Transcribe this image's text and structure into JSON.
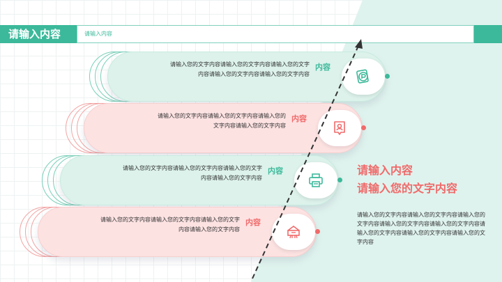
{
  "header": {
    "title": "请输入内容",
    "subtitle": "请输入内容"
  },
  "rows": [
    {
      "line1": "请输入您的文字内容请输入您的文字内容请输入您的文字",
      "line2": "内容请输入您的文字内容请输入您的文字内容",
      "label": "内容",
      "icon": "parking-sign-icon",
      "color": "#3cb99a"
    },
    {
      "line1": "请输入您的文字内容请输入您的文字内容请输入您的",
      "line2": "文字内容请输入您的文字内容",
      "label": "内容",
      "icon": "id-badge-icon",
      "color": "#f06a6a"
    },
    {
      "line1": "请输入您的文字内容请输入您的文字内容请输入您的文字",
      "line2": "内容请输入您的文字内容",
      "label": "内容",
      "icon": "printer-icon",
      "color": "#3cb99a"
    },
    {
      "line1": "请输入您的文字内容请输入您的文字内容请输入您的文字",
      "line2": "内容请输入您的文字内容",
      "label": "内容",
      "icon": "certificate-icon",
      "color": "#f06a6a"
    }
  ],
  "side": {
    "title1": "请输入内容",
    "title2": "请输入您的文字内容",
    "body": "请输入您的文字内容请输入您的文字内容请输入您的文字内容请输入您的文字内容请输入您的文字内容请输入您的文字内容请输入您的文字内容请输入您的文字内容"
  },
  "colors": {
    "teal": "#3cb99a",
    "pink": "#f06a6a",
    "teal_light": "#dcf2eb",
    "pink_light": "#fde2e2"
  }
}
